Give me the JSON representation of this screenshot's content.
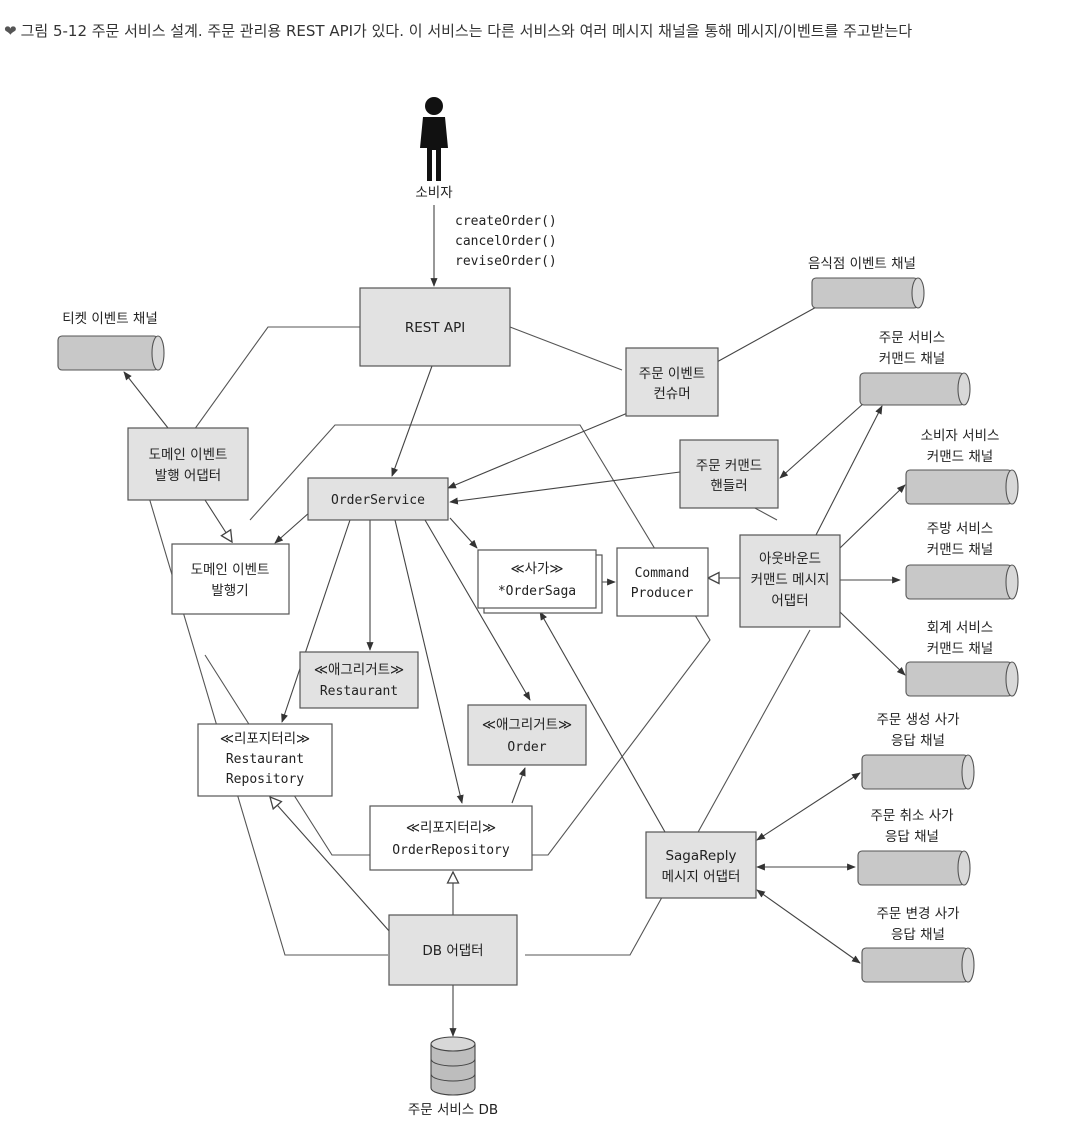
{
  "caption": {
    "mark": "❤",
    "text": "그림 5-12 주문 서비스 설계. 주문 관리용 REST API가 있다. 이 서비스는 다른 서비스와 여러 메시지 채널을 통해 메시지/이벤트를 주고받는다"
  },
  "actor": {
    "label": "소비자"
  },
  "operations": [
    "createOrder()",
    "cancelOrder()",
    "reviseOrder()"
  ],
  "boxes": {
    "rest_api": [
      "REST API"
    ],
    "order_event_consumer": [
      "주문 이벤트",
      "컨슈머"
    ],
    "domain_event_pub_adapter": [
      "도메인 이벤트",
      "발행 어댑터"
    ],
    "order_command_handler": [
      "주문 커맨드",
      "핸들러"
    ],
    "order_service": [
      "OrderService"
    ],
    "domain_event_publisher": [
      "도메인 이벤트",
      "발행기"
    ],
    "order_saga": [
      "≪사가≫",
      "*OrderSaga"
    ],
    "command_producer": [
      "Command",
      "Producer"
    ],
    "outbound_adapter": [
      "아웃바운드",
      "커맨드 메시지",
      "어댑터"
    ],
    "restaurant_aggregate": [
      "≪애그리거트≫",
      "Restaurant"
    ],
    "order_aggregate": [
      "≪애그리거트≫",
      "Order"
    ],
    "restaurant_repository": [
      "≪리포지터리≫",
      "Restaurant",
      "Repository"
    ],
    "order_repository": [
      "≪리포지터리≫",
      "OrderRepository"
    ],
    "saga_reply_adapter": [
      "SagaReply",
      "메시지 어댑터"
    ],
    "db_adapter": [
      "DB 어댑터"
    ]
  },
  "channels": {
    "ticket_event": [
      "티켓 이벤트 채널"
    ],
    "restaurant_event": [
      "음식점 이벤트 채널"
    ],
    "order_service_cmd": [
      "주문 서비스",
      "커맨드 채널"
    ],
    "consumer_service_cmd": [
      "소비자 서비스",
      "커맨드 채널"
    ],
    "kitchen_service_cmd": [
      "주방 서비스",
      "커맨드 채널"
    ],
    "accounting_service_cmd": [
      "회계 서비스",
      "커맨드 채널"
    ],
    "create_saga_reply": [
      "주문 생성 사가",
      "응답 채널"
    ],
    "cancel_saga_reply": [
      "주문 취소 사가",
      "응답 채널"
    ],
    "revise_saga_reply": [
      "주문 변경 사가",
      "응답 채널"
    ]
  },
  "database": {
    "label": "주문 서비스 DB"
  }
}
